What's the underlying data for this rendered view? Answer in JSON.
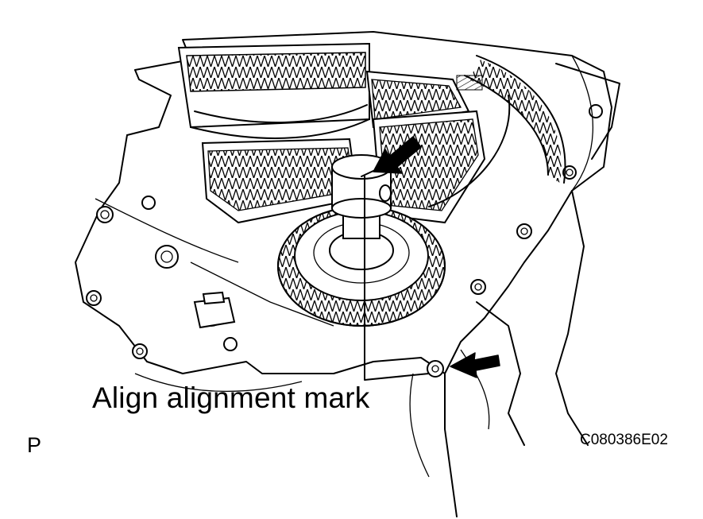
{
  "callout": {
    "text": "Align alignment mark"
  },
  "figure": {
    "code": "C080386E02",
    "corner_letter": "P"
  },
  "colors": {
    "ink": "#000000",
    "paper": "#ffffff"
  }
}
